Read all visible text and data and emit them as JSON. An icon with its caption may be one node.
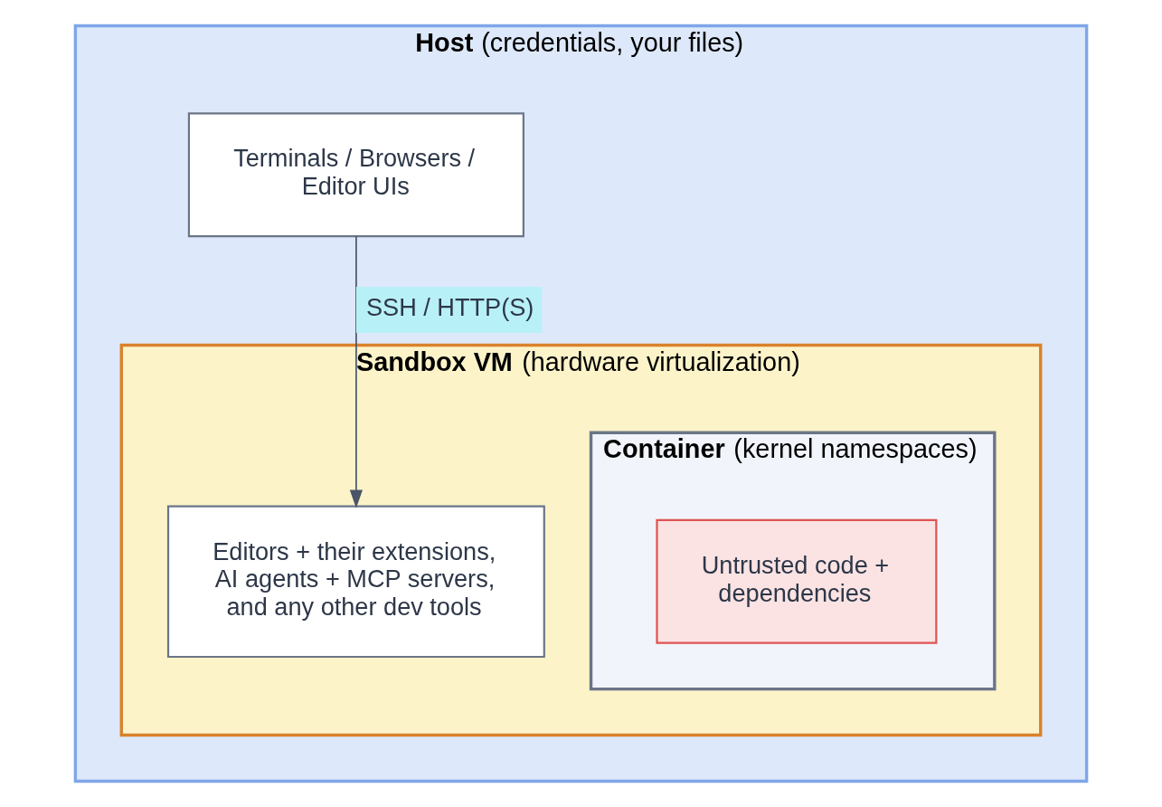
{
  "diagram": {
    "nodes": [
      {
        "text": [
          "**Host** (credentials, your files)"
        ]
      },
      {
        "text": [
          "Terminals / Browsers / Editor UIs"
        ],
        "in": 0
      },
      {
        "text": [
          "**Sandbox VM** (hardware virtualization)"
        ],
        "in": 0
      },
      {
        "text": [
          "**Container** (kernel namespaces)"
        ],
        "in": 2
      },
      {
        "text": [
          "Untrusted code + dependencies"
        ],
        "in": 3
      },
      {
        "text": [
          "Editors + their extensions, AI agents + MCP servers, and any other dev tools"
        ],
        "in": 2
      }
    ],
    "edges": [
      {
        "from": 1,
        "to": 5,
        "arrow": "to",
        "label": "SSH / HTTP(S)"
      }
    ]
  }
}
